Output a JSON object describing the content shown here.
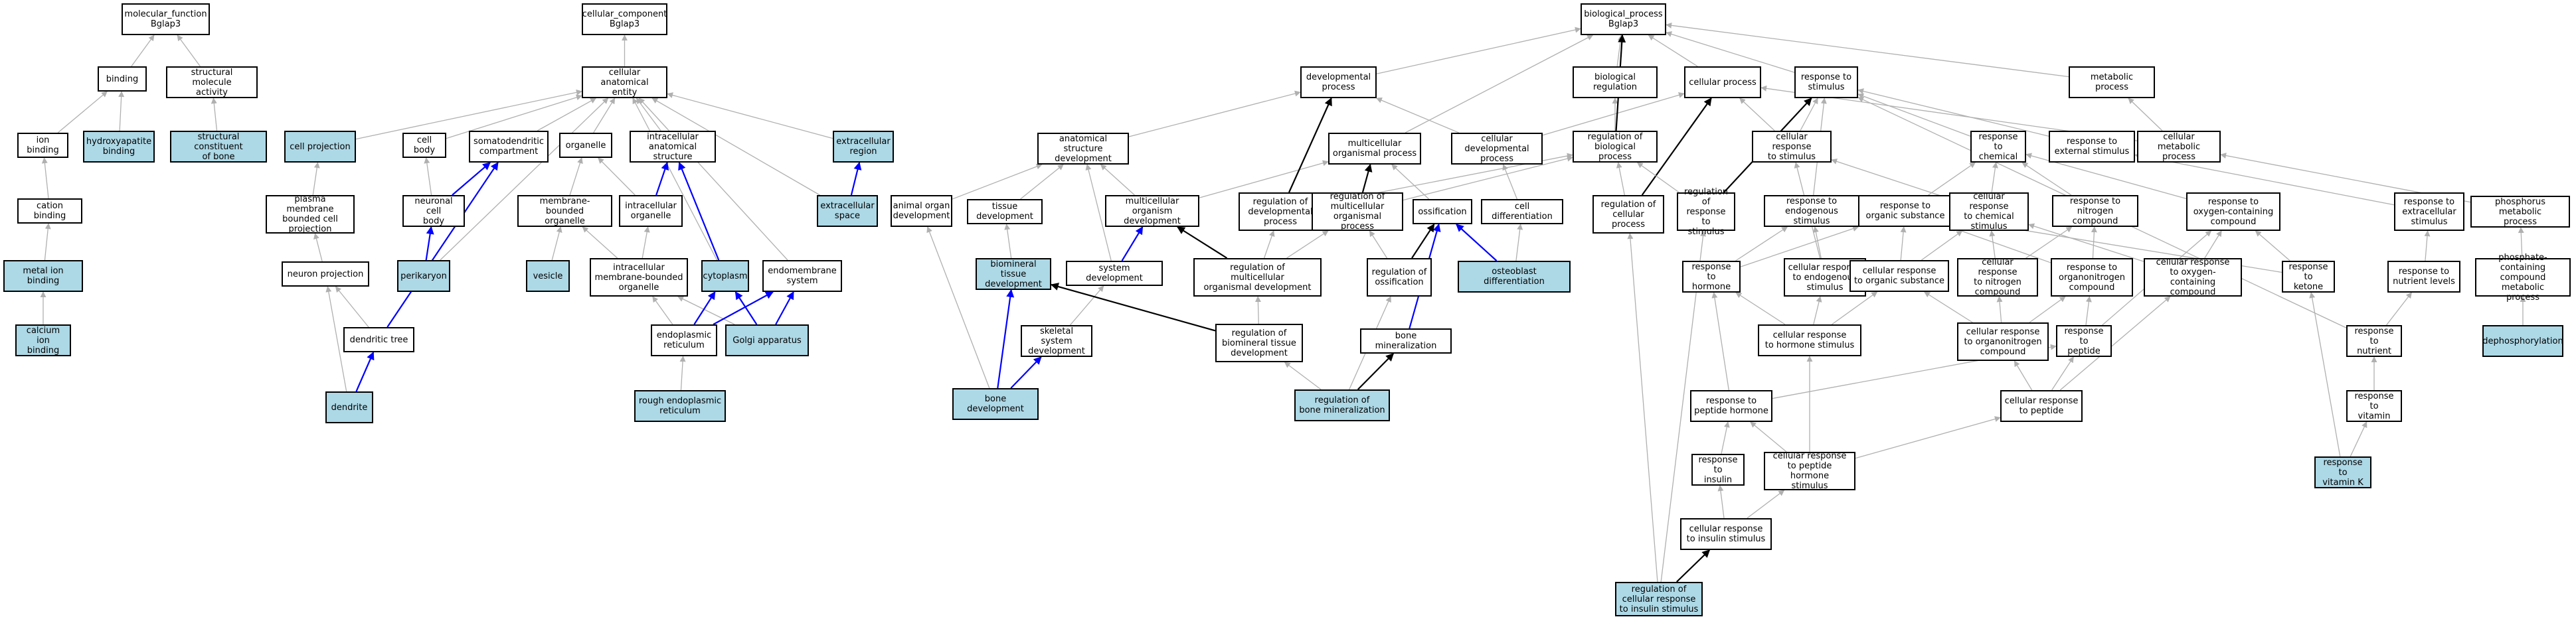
{
  "colors": {
    "highlight_fill": "#add8e6",
    "default_fill": "#ffffff",
    "is_a_edge": "#b0b0b0",
    "part_of_edge": "#0000ff",
    "regulates_edge": "#000000"
  },
  "nodes": {
    "mf": {
      "label": "molecular_function\nBglap3",
      "hl": false
    },
    "binding": {
      "label": "binding",
      "hl": false
    },
    "ion_binding": {
      "label": "ion binding",
      "hl": false
    },
    "cation_binding": {
      "label": "cation binding",
      "hl": false
    },
    "metal_ion_binding": {
      "label": "metal ion binding",
      "hl": true
    },
    "calcium_ion_binding": {
      "label": "calcium ion\nbinding",
      "hl": true
    },
    "hydroxyapatite": {
      "label": "hydroxyapatite\nbinding",
      "hl": true
    },
    "struct_mol": {
      "label": "structural molecule\nactivity",
      "hl": false
    },
    "struct_bone": {
      "label": "structural constituent\nof bone",
      "hl": true
    },
    "cc": {
      "label": "cellular_component\nBglap3",
      "hl": false
    },
    "cae": {
      "label": "cellular anatomical\nentity",
      "hl": false
    },
    "cell_projection": {
      "label": "cell projection",
      "hl": true
    },
    "pm_bounded": {
      "label": "plasma membrane\nbounded cell\nprojection",
      "hl": false
    },
    "neuron_projection": {
      "label": "neuron projection",
      "hl": false
    },
    "cell_body": {
      "label": "cell body",
      "hl": false
    },
    "neuronal_cell_body": {
      "label": "neuronal cell\nbody",
      "hl": false
    },
    "perikaryon": {
      "label": "perikaryon",
      "hl": true
    },
    "somatodendritic": {
      "label": "somatodendritic\ncompartment",
      "hl": false
    },
    "dendritic_tree": {
      "label": "dendritic tree",
      "hl": false
    },
    "dendrite": {
      "label": "dendrite",
      "hl": true
    },
    "organelle": {
      "label": "organelle",
      "hl": false
    },
    "mbo": {
      "label": "membrane-bounded\norganelle",
      "hl": false
    },
    "vesicle": {
      "label": "vesicle",
      "hl": true
    },
    "intra_ase": {
      "label": "intracellular\nanatomical structure",
      "hl": false
    },
    "intra_org": {
      "label": "intracellular\norganelle",
      "hl": false
    },
    "imbo": {
      "label": "intracellular\nmembrane-bounded\norganelle",
      "hl": false
    },
    "er": {
      "label": "endoplasmic\nreticulum",
      "hl": false
    },
    "rer": {
      "label": "rough endoplasmic\nreticulum",
      "hl": true
    },
    "cytoplasm": {
      "label": "cytoplasm",
      "hl": true
    },
    "endomembrane": {
      "label": "endomembrane\nsystem",
      "hl": false
    },
    "golgi": {
      "label": "Golgi apparatus",
      "hl": true
    },
    "extracellular_region": {
      "label": "extracellular\nregion",
      "hl": true
    },
    "extracellular_space": {
      "label": "extracellular\nspace",
      "hl": true
    },
    "bp": {
      "label": "biological_process\nBglap3",
      "hl": false
    },
    "dev_process": {
      "label": "developmental\nprocess",
      "hl": false
    },
    "ase_dev": {
      "label": "anatomical structure\ndevelopment",
      "hl": false
    },
    "animal_organ_dev": {
      "label": "animal organ\ndevelopment",
      "hl": false
    },
    "tissue_dev": {
      "label": "tissue development",
      "hl": false
    },
    "biomineral_tissue_dev": {
      "label": "biomineral tissue\ndevelopment",
      "hl": true
    },
    "bone_dev": {
      "label": "bone development",
      "hl": true
    },
    "skeletal_dev": {
      "label": "skeletal system\ndevelopment",
      "hl": false
    },
    "system_dev": {
      "label": "system development",
      "hl": false
    },
    "mc_org_dev": {
      "label": "multicellular\norganism development",
      "hl": false
    },
    "reg_mc_org_dev": {
      "label": "regulation of\nmulticellular\norganismal development",
      "hl": false
    },
    "reg_biomin_tissue_dev": {
      "label": "regulation of\nbiomineral tissue\ndevelopment",
      "hl": false
    },
    "mc_org_process": {
      "label": "multicellular\norganismal process",
      "hl": false
    },
    "reg_dev_process": {
      "label": "regulation of\ndevelopmental\nprocess",
      "hl": false
    },
    "reg_mc_org_process": {
      "label": "regulation of\nmulticellular\norganismal process",
      "hl": false
    },
    "cell_dev_process": {
      "label": "cellular developmental\nprocess",
      "hl": false
    },
    "cell_diff": {
      "label": "cell differentiation",
      "hl": false
    },
    "osteoblast_diff": {
      "label": "osteoblast differentiation",
      "hl": true
    },
    "ossification": {
      "label": "ossification",
      "hl": false
    },
    "reg_ossification": {
      "label": "regulation of\nossification",
      "hl": false
    },
    "bone_mineralization": {
      "label": "bone mineralization",
      "hl": false
    },
    "reg_bone_mineralization": {
      "label": "regulation of\nbone mineralization",
      "hl": true
    },
    "biological_regulation": {
      "label": "biological regulation",
      "hl": false
    },
    "reg_biological_process": {
      "label": "regulation of\nbiological process",
      "hl": false
    },
    "reg_cellular_process": {
      "label": "regulation of\ncellular process",
      "hl": false
    },
    "cellular_process": {
      "label": "cellular process",
      "hl": false
    },
    "response_to_stimulus": {
      "label": "response to\nstimulus",
      "hl": false
    },
    "cell_resp_stimulus": {
      "label": "cellular response\nto stimulus",
      "hl": false
    },
    "reg_resp_stimulus": {
      "label": "regulation of\nresponse to\nstimulus",
      "hl": false
    },
    "resp_endogenous": {
      "label": "response to\nendogenous stimulus",
      "hl": false
    },
    "resp_hormone": {
      "label": "response to\nhormone",
      "hl": false
    },
    "cell_resp_endogenous": {
      "label": "cellular response\nto endogenous\nstimulus",
      "hl": false
    },
    "cell_resp_hormone": {
      "label": "cellular response\nto hormone stimulus",
      "hl": false
    },
    "resp_peptide_hormone": {
      "label": "response to\npeptide hormone",
      "hl": false
    },
    "resp_insulin": {
      "label": "response to\ninsulin",
      "hl": false
    },
    "cell_resp_peptide_hormone": {
      "label": "cellular response\nto peptide hormone\nstimulus",
      "hl": false
    },
    "cell_resp_insulin": {
      "label": "cellular response\nto insulin stimulus",
      "hl": false
    },
    "reg_cell_resp_insulin": {
      "label": "regulation of\ncellular response\nto insulin stimulus",
      "hl": true
    },
    "resp_chemical": {
      "label": "response to\nchemical",
      "hl": false
    },
    "resp_organic": {
      "label": "response to\norganic substance",
      "hl": false
    },
    "cell_resp_chemical": {
      "label": "cellular response\nto chemical\nstimulus",
      "hl": false
    },
    "cell_resp_organic": {
      "label": "cellular response\nto organic substance",
      "hl": false
    },
    "resp_nitrogen": {
      "label": "response to\nnitrogen compound",
      "hl": false
    },
    "cell_resp_nitrogen": {
      "label": "cellular response\nto nitrogen\ncompound",
      "hl": false
    },
    "resp_organonitrogen": {
      "label": "response to\norganonitrogen\ncompound",
      "hl": false
    },
    "cell_resp_organonitrogen": {
      "label": "cellular response\nto organonitrogen\ncompound",
      "hl": false
    },
    "resp_peptide": {
      "label": "response to\npeptide",
      "hl": false
    },
    "cell_resp_peptide": {
      "label": "cellular response\nto peptide",
      "hl": false
    },
    "resp_oxygen": {
      "label": "response to\noxygen-containing\ncompound",
      "hl": false
    },
    "cell_resp_oxygen": {
      "label": "cellular response\nto oxygen-containing\ncompound",
      "hl": false
    },
    "resp_ketone": {
      "label": "response to\nketone",
      "hl": false
    },
    "resp_external": {
      "label": "response to\nexternal stimulus",
      "hl": false
    },
    "resp_extracellular": {
      "label": "response to\nextracellular\nstimulus",
      "hl": false
    },
    "resp_nutrient_levels": {
      "label": "response to\nnutrient levels",
      "hl": false
    },
    "resp_nutrient": {
      "label": "response to\nnutrient",
      "hl": false
    },
    "resp_vitamin": {
      "label": "response to\nvitamin",
      "hl": false
    },
    "resp_vitamin_k": {
      "label": "response to\nvitamin K",
      "hl": true
    },
    "metabolic_process": {
      "label": "metabolic process",
      "hl": false
    },
    "cell_metabolic": {
      "label": "cellular metabolic\nprocess",
      "hl": false
    },
    "phosphorus_metabolic": {
      "label": "phosphorus metabolic\nprocess",
      "hl": false
    },
    "phosphate_metabolic": {
      "label": "phosphate-containing\ncompound metabolic\nprocess",
      "hl": false
    },
    "dephosphorylation": {
      "label": "dephosphorylation",
      "hl": true
    }
  }
}
